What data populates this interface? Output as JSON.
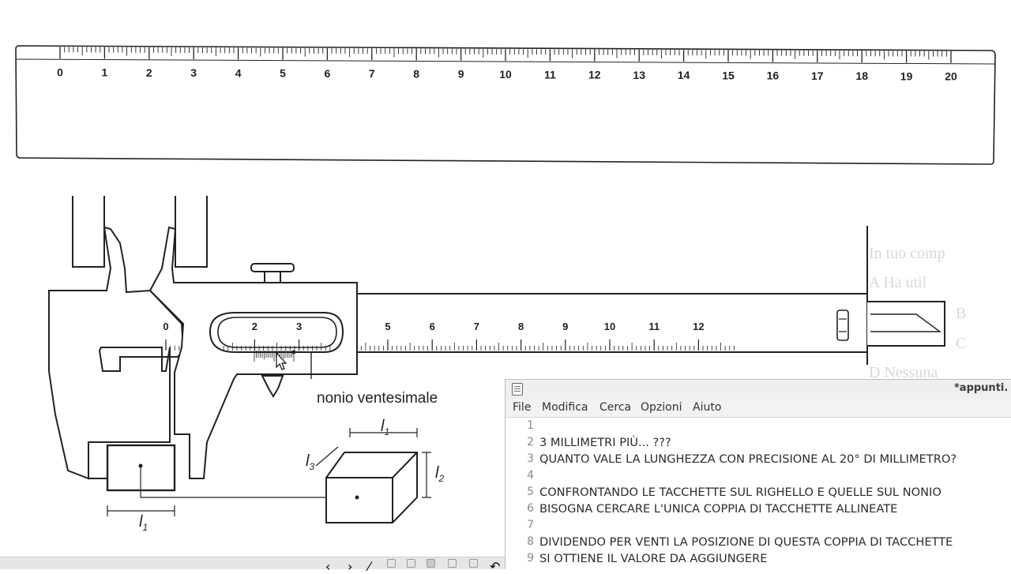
{
  "ruler": {
    "labels": [
      "0",
      "1",
      "2",
      "3",
      "4",
      "5",
      "6",
      "7",
      "8",
      "9",
      "10",
      "11",
      "12",
      "13",
      "14",
      "15",
      "16",
      "17",
      "18",
      "19",
      "20"
    ]
  },
  "caliper": {
    "main_scale_labels": [
      "0",
      "2",
      "3",
      "5",
      "6",
      "7",
      "8",
      "9",
      "10",
      "11",
      "12"
    ],
    "vernier_label": "nonio ventesimale",
    "jaw_dimension_label": "l",
    "jaw_dimension_sub": "1"
  },
  "cube": {
    "l1": "l",
    "l1_sub": "1",
    "l2": "l",
    "l2_sub": "2",
    "l3": "l",
    "l3_sub": "3"
  },
  "background_ghost": [
    "In tuo comp",
    "A Ha util",
    "B",
    "C",
    "D Nessuna"
  ],
  "editor": {
    "window_title": "*appunti.",
    "menu": [
      "File",
      "Modifica",
      "Cerca",
      "Opzioni",
      "Aiuto"
    ],
    "lines": [
      {
        "n": "1",
        "text": ""
      },
      {
        "n": "2",
        "text": "3 MILLIMETRI PIÙ... ???"
      },
      {
        "n": "3",
        "text": "QUANTO VALE LA LUNGHEZZA CON PRECISIONE AL 20° DI MILLIMETRO?"
      },
      {
        "n": "4",
        "text": ""
      },
      {
        "n": "5",
        "text": "CONFRONTANDO LE TACCHETTE SUL RIGHELLO E QUELLE SUL NONIO"
      },
      {
        "n": "6",
        "text": "BISOGNA CERCARE L'UNICA COPPIA DI TACCHETTE ALLINEATE"
      },
      {
        "n": "7",
        "text": ""
      },
      {
        "n": "8",
        "text": "DIVIDENDO PER VENTI LA POSIZIONE DI QUESTA COPPIA DI TACCHETTE"
      },
      {
        "n": "9",
        "text": "SI OTTIENE IL VALORE DA AGGIUNGERE"
      }
    ]
  }
}
